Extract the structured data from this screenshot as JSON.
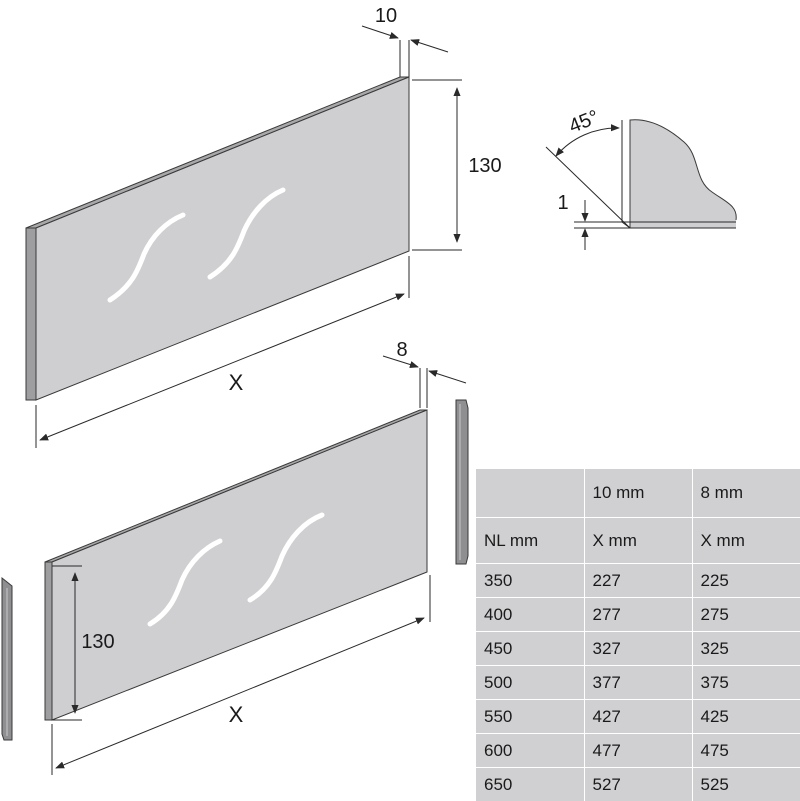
{
  "drawing": {
    "top_panel": {
      "thickness_label": "10",
      "height_label": "130",
      "length_label": "X"
    },
    "bevel_detail": {
      "angle_label": "45°",
      "depth_label": "1"
    },
    "bottom_panel": {
      "thickness_label": "8",
      "height_label": "130",
      "length_label": "X"
    },
    "colors": {
      "panel_face": "#cfcfd1",
      "panel_edge": "#9e9ea0",
      "outline": "#3a3a3a",
      "clip_profile": "#8f8f91"
    }
  },
  "table": {
    "header_row": [
      "",
      "10 mm",
      "8 mm"
    ],
    "unit_row": [
      "NL mm",
      "X mm",
      "X mm"
    ],
    "rows": [
      [
        "350",
        "227",
        "225"
      ],
      [
        "400",
        "277",
        "275"
      ],
      [
        "450",
        "327",
        "325"
      ],
      [
        "500",
        "377",
        "375"
      ],
      [
        "550",
        "427",
        "425"
      ],
      [
        "600",
        "477",
        "475"
      ],
      [
        "650",
        "527",
        "525"
      ]
    ]
  }
}
